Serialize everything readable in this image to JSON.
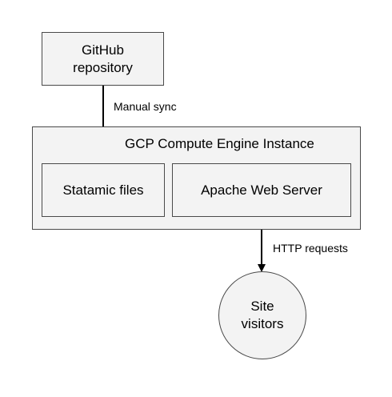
{
  "nodes": {
    "github": {
      "line1": "GitHub",
      "line2": "repository"
    },
    "gcp_instance": {
      "title": "GCP Compute Engine Instance"
    },
    "statamic": {
      "label": "Statamic files"
    },
    "apache": {
      "label": "Apache Web Server"
    },
    "visitors": {
      "line1": "Site",
      "line2": "visitors"
    }
  },
  "edges": {
    "manual_sync": {
      "label": "Manual sync"
    },
    "http_requests": {
      "label": "HTTP requests"
    }
  }
}
